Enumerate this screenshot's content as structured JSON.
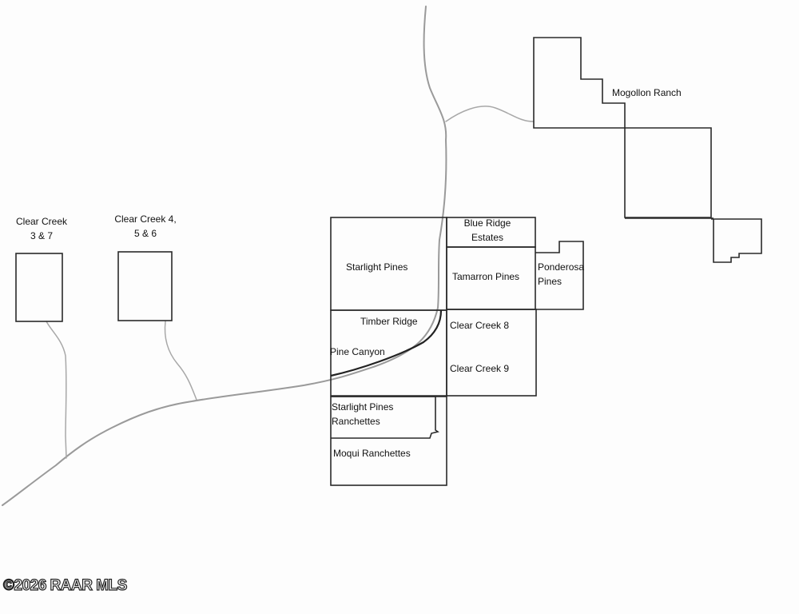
{
  "map": {
    "labels": {
      "clear_creek_3_7": [
        "Clear Creek",
        "3 & 7"
      ],
      "clear_creek_4_5_6": [
        "Clear Creek 4,",
        "5 & 6"
      ],
      "mogollon_ranch": "Mogollon Ranch",
      "blue_ridge_estates": [
        "Blue Ridge",
        "Estates"
      ],
      "starlight_pines": "Starlight Pines",
      "tamarron_pines": "Tamarron Pines",
      "ponderosa_pines": [
        "Ponderosa",
        "Pines"
      ],
      "timber_ridge": "Timber Ridge",
      "pine_canyon": "Pine Canyon",
      "clear_creek_8": "Clear Creek 8",
      "clear_creek_9": "Clear Creek 9",
      "starlight_pines_ranchettes": [
        "Starlight Pines",
        "Ranchettes"
      ],
      "moqui_ranchettes": "Moqui Ranchettes"
    },
    "colors": {
      "road": "#9a9a9a",
      "boundary": "#2a2a2a",
      "background": "#fdfdfd"
    }
  },
  "watermark": {
    "copyright": "©2026 RAAR MLS"
  }
}
